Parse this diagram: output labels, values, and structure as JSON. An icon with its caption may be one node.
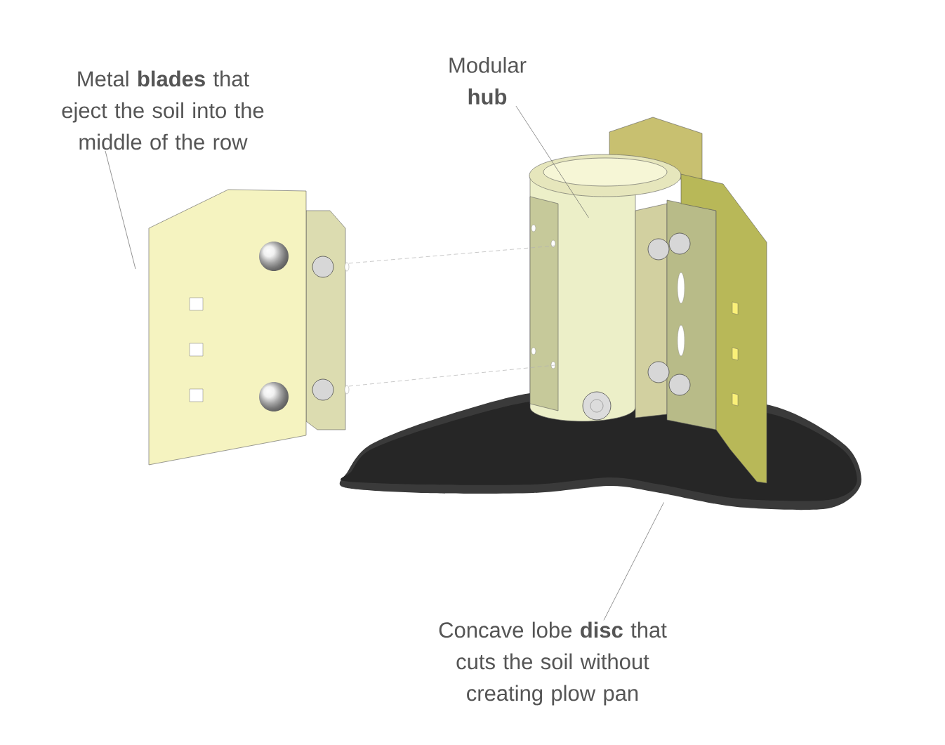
{
  "diagram": {
    "nodes": [
      {
        "text": [
          "Metal **blades** that eject the soil into the middle of the row"
        ]
      },
      {
        "text": [
          "Modular **hub**"
        ]
      },
      {
        "text": [
          "Concave lobe **disc** that cuts the soil without creating plow pan"
        ]
      },
      {
        "text": [],
        "shape": "picture"
      },
      {
        "text": [],
        "shape": "picture"
      },
      {
        "text": [],
        "shape": "picture"
      }
    ],
    "edges": [
      {
        "from": 0,
        "to": 3,
        "arrow": "none"
      },
      {
        "from": 1,
        "to": 4,
        "arrow": "none"
      },
      {
        "from": 2,
        "to": 5,
        "arrow": "none"
      },
      {
        "from": 3,
        "to": 4,
        "arrow": "none",
        "style": "dashed"
      },
      {
        "from": 3,
        "to": 4,
        "arrow": "none",
        "style": "dashed"
      }
    ]
  }
}
